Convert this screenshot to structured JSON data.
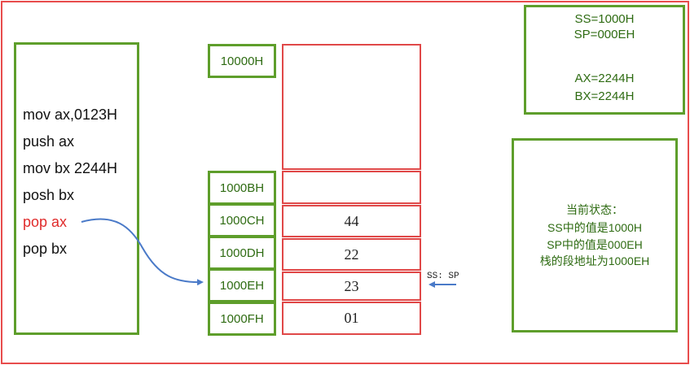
{
  "code_lines": [
    "mov ax,0123H",
    "push ax",
    "mov bx 2244H",
    "posh bx",
    "pop ax",
    "pop bx"
  ],
  "highlight_color": "#e02b2b",
  "addresses": [
    "10000H",
    "1000BH",
    "1000CH",
    "1000DH",
    "1000EH",
    "1000FH"
  ],
  "cells": [
    "",
    "",
    "44",
    "22",
    "23",
    "01"
  ],
  "pointer_label": "SS: SP",
  "status": {
    "ss": "SS=1000H",
    "sp": "SP=000EH",
    "ax": "AX=2244H",
    "bx": "BX=2244H"
  },
  "note": {
    "title": "当前状态：",
    "line1": "SS中的值是1000H",
    "line2": "SP中的值是000EH",
    "line3": "栈的段地址为1000EH"
  },
  "colors": {
    "green_border": "#5e9e2b",
    "red_border": "#e04848",
    "arrow_blue": "#4a7ac8"
  }
}
